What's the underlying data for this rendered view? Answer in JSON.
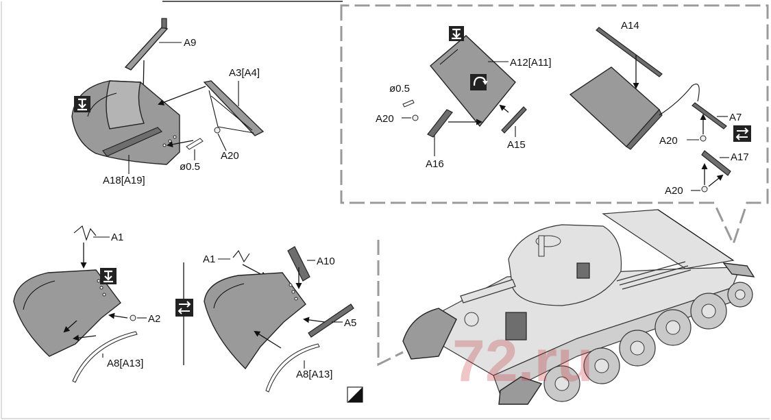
{
  "labels": {
    "a9": "A9",
    "a3a4": "A3[A4]",
    "a20_top_left": "A20",
    "d05_top_left": "ø0.5",
    "a18a19": "A18[A19]",
    "a14": "A14",
    "a12a11": "A12[A11]",
    "d05_top_right": "ø0.5",
    "a20_mid": "A20",
    "a16": "A16",
    "a15": "A15",
    "a7": "A7",
    "a20_right_1": "A20",
    "a17": "A17",
    "a20_right_2": "A20",
    "a1_left": "A1",
    "a2": "A2",
    "a8a13_left": "A8[A13]",
    "a1_right": "A1",
    "a10": "A10",
    "a5": "A5",
    "a8a13_right": "A8[A13]"
  },
  "watermark": {
    "text": "72.ru",
    "color": "#c9343a"
  },
  "icons": {
    "top_left": "arrow-down-into-bracket-icon",
    "top_right_1": "arrow-down-into-bracket-icon",
    "top_right_2": "rotate-arrow-icon",
    "right_swap": "swap-arrows-icon",
    "bottom_left_1": "arrow-down-into-bracket-icon",
    "bottom_mid_swap": "swap-arrows-icon",
    "corner_marker": "diagonal-half-square-icon"
  }
}
